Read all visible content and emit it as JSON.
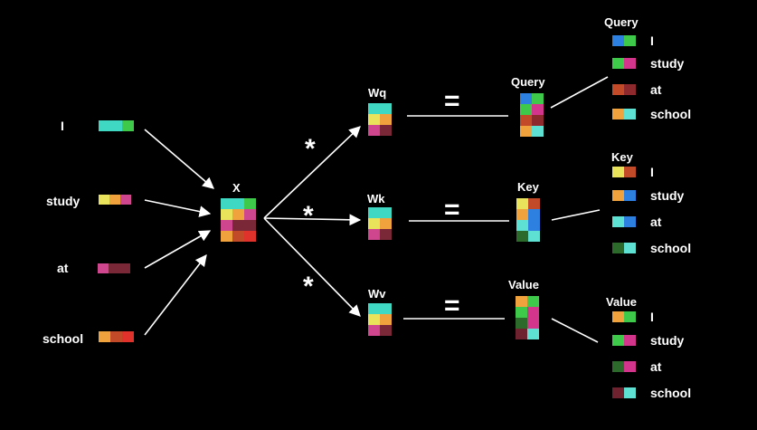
{
  "colors": {
    "teal": "#3fd9c3",
    "cyan": "#5ee0d2",
    "green": "#3ec94a",
    "yellow": "#e8e35a",
    "orange": "#f0a23c",
    "pink": "#d0468e",
    "magenta": "#d3358c",
    "maroon": "#7a2838",
    "darkred": "#8e2a2e",
    "red": "#e0312a",
    "blue": "#2d7fe0",
    "darkgreen": "#2c6a2c",
    "rust": "#c24a28",
    "deepmaroon": "#6e2230"
  },
  "inputs": {
    "words": [
      "I",
      "study",
      "at",
      "school"
    ],
    "vectors": [
      [
        "teal",
        "teal",
        "green"
      ],
      [
        "yellow",
        "orange",
        "pink"
      ],
      [
        "pink",
        "maroon",
        "maroon"
      ],
      [
        "orange",
        "rust",
        "red"
      ]
    ]
  },
  "x_matrix": {
    "label": "X",
    "rows": [
      [
        "teal",
        "teal",
        "green"
      ],
      [
        "yellow",
        "orange",
        "pink"
      ],
      [
        "pink",
        "maroon",
        "maroon"
      ],
      [
        "orange",
        "rust",
        "red"
      ]
    ]
  },
  "operators": {
    "multiply": "*",
    "equals": "="
  },
  "weights": [
    {
      "label": "Wq",
      "rows": [
        [
          "teal",
          "teal"
        ],
        [
          "yellow",
          "orange"
        ],
        [
          "pink",
          "maroon"
        ]
      ]
    },
    {
      "label": "Wk",
      "rows": [
        [
          "teal",
          "teal"
        ],
        [
          "yellow",
          "orange"
        ],
        [
          "pink",
          "maroon"
        ]
      ]
    },
    {
      "label": "Wv",
      "rows": [
        [
          "teal",
          "teal"
        ],
        [
          "yellow",
          "orange"
        ],
        [
          "pink",
          "maroon"
        ]
      ]
    }
  ],
  "results": [
    {
      "label": "Query",
      "rows": [
        [
          "blue",
          "green"
        ],
        [
          "green",
          "magenta"
        ],
        [
          "rust",
          "darkred"
        ],
        [
          "orange",
          "cyan"
        ]
      ]
    },
    {
      "label": "Key",
      "rows": [
        [
          "yellow",
          "rust"
        ],
        [
          "orange",
          "blue"
        ],
        [
          "cyan",
          "blue"
        ],
        [
          "darkgreen",
          "cyan"
        ]
      ]
    },
    {
      "label": "Value",
      "rows": [
        [
          "orange",
          "green"
        ],
        [
          "green",
          "magenta"
        ],
        [
          "darkgreen",
          "magenta"
        ],
        [
          "deepmaroon",
          "cyan"
        ]
      ]
    }
  ],
  "outputs": [
    {
      "title": "Query",
      "items": [
        {
          "word": "I",
          "cells": [
            "blue",
            "green"
          ]
        },
        {
          "word": "study",
          "cells": [
            "green",
            "magenta"
          ]
        },
        {
          "word": "at",
          "cells": [
            "rust",
            "darkred"
          ]
        },
        {
          "word": "school",
          "cells": [
            "orange",
            "cyan"
          ]
        }
      ]
    },
    {
      "title": "Key",
      "items": [
        {
          "word": "I",
          "cells": [
            "yellow",
            "rust"
          ]
        },
        {
          "word": "study",
          "cells": [
            "orange",
            "blue"
          ]
        },
        {
          "word": "at",
          "cells": [
            "cyan",
            "blue"
          ]
        },
        {
          "word": "school",
          "cells": [
            "darkgreen",
            "cyan"
          ]
        }
      ]
    },
    {
      "title": "Value",
      "items": [
        {
          "word": "I",
          "cells": [
            "orange",
            "green"
          ]
        },
        {
          "word": "study",
          "cells": [
            "green",
            "magenta"
          ]
        },
        {
          "word": "at",
          "cells": [
            "darkgreen",
            "magenta"
          ]
        },
        {
          "word": "school",
          "cells": [
            "deepmaroon",
            "cyan"
          ]
        }
      ]
    }
  ]
}
